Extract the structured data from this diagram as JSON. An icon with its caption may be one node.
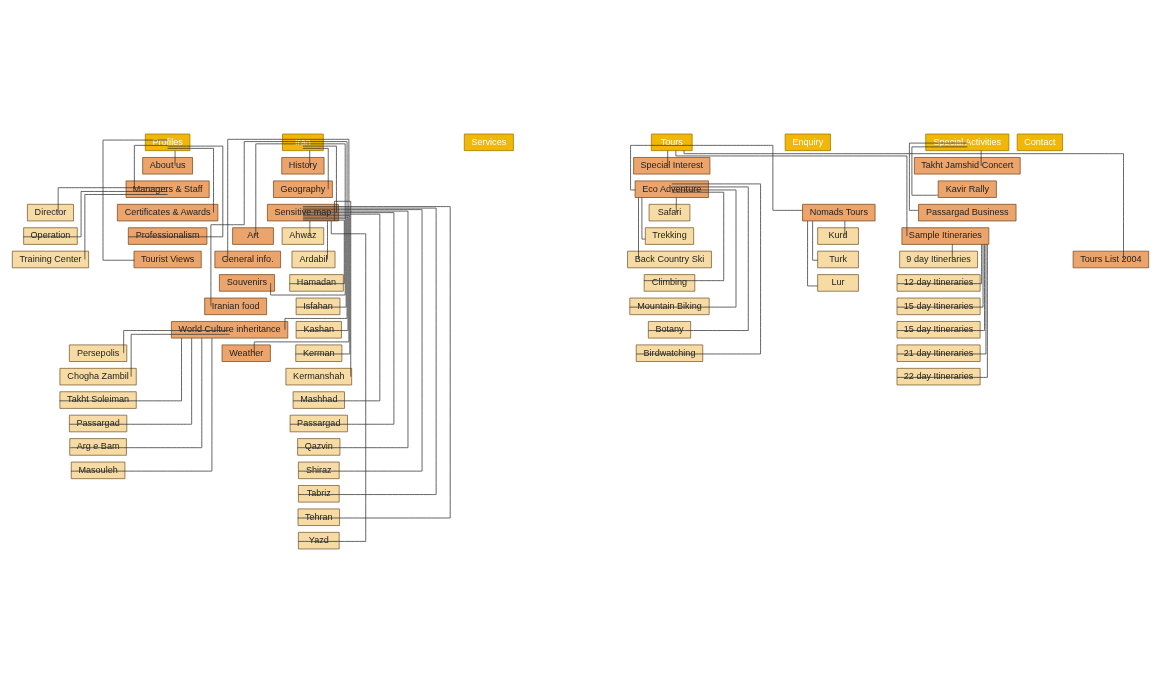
{
  "diagram": {
    "nodes": [
      {
        "text": [
          "Profiles"
        ]
      },
      {
        "text": [
          "Iran"
        ]
      },
      {
        "text": [
          "Services"
        ]
      },
      {
        "text": [
          "Tours"
        ]
      },
      {
        "text": [
          "Enquiry"
        ]
      },
      {
        "text": [
          "Special Activities"
        ]
      },
      {
        "text": [
          "Contact"
        ]
      },
      {
        "text": [
          "About us"
        ]
      },
      {
        "text": [
          "Managers & Staff"
        ]
      },
      {
        "text": [
          "Director"
        ]
      },
      {
        "text": [
          "Operation"
        ]
      },
      {
        "text": [
          "Training Center"
        ]
      },
      {
        "text": [
          "Certificates & Awards"
        ]
      },
      {
        "text": [
          "Professionalism"
        ]
      },
      {
        "text": [
          "Tourist Views"
        ]
      },
      {
        "text": [
          "History"
        ]
      },
      {
        "text": [
          "Geography"
        ]
      },
      {
        "text": [
          "Sensitive map"
        ]
      },
      {
        "text": [
          "Art"
        ]
      },
      {
        "text": [
          "General info."
        ]
      },
      {
        "text": [
          "Souvenirs"
        ]
      },
      {
        "text": [
          "Iranian food"
        ]
      },
      {
        "text": [
          "World Culture inheritance"
        ]
      },
      {
        "text": [
          "Persepolis"
        ]
      },
      {
        "text": [
          "Chogha Zambil"
        ]
      },
      {
        "text": [
          "Takht Soleiman"
        ]
      },
      {
        "text": [
          "Passargad"
        ]
      },
      {
        "text": [
          "Arg e Bam"
        ]
      },
      {
        "text": [
          "Masouleh"
        ]
      },
      {
        "text": [
          "Weather"
        ]
      },
      {
        "text": [
          "Ahwaz"
        ]
      },
      {
        "text": [
          "Ardabil"
        ]
      },
      {
        "text": [
          "Hamadan"
        ]
      },
      {
        "text": [
          "Isfahan"
        ]
      },
      {
        "text": [
          "Kashan"
        ]
      },
      {
        "text": [
          "Kerman"
        ]
      },
      {
        "text": [
          "Kermanshah"
        ]
      },
      {
        "text": [
          "Mashhad"
        ]
      },
      {
        "text": [
          "Passargad"
        ]
      },
      {
        "text": [
          "Qazvin"
        ]
      },
      {
        "text": [
          "Shiraz"
        ]
      },
      {
        "text": [
          "Tabriz"
        ]
      },
      {
        "text": [
          "Tehran"
        ]
      },
      {
        "text": [
          "Yazd"
        ]
      },
      {
        "text": [
          "Special Interest"
        ]
      },
      {
        "text": [
          "Eco Adventure"
        ]
      },
      {
        "text": [
          "Safari"
        ]
      },
      {
        "text": [
          "Trekking"
        ]
      },
      {
        "text": [
          "Back Country Ski"
        ]
      },
      {
        "text": [
          "Climbing"
        ]
      },
      {
        "text": [
          "Mountain Biking"
        ]
      },
      {
        "text": [
          "Botany"
        ]
      },
      {
        "text": [
          "Birdwatching"
        ]
      },
      {
        "text": [
          "Nomads Tours"
        ]
      },
      {
        "text": [
          "Kurd"
        ]
      },
      {
        "text": [
          "Turk"
        ]
      },
      {
        "text": [
          "Lur"
        ]
      },
      {
        "text": [
          "Sample Itineraries"
        ]
      },
      {
        "text": [
          "9 day Itineraries"
        ]
      },
      {
        "text": [
          "12 day Itineraries"
        ]
      },
      {
        "text": [
          "15 day Itineraries"
        ]
      },
      {
        "text": [
          "15 day Itineraries"
        ]
      },
      {
        "text": [
          "21 day Itineraries"
        ]
      },
      {
        "text": [
          "22 day Itineraries"
        ]
      },
      {
        "text": [
          "Tours List 2004"
        ]
      },
      {
        "text": [
          "Takht Jamshid Concert"
        ]
      },
      {
        "text": [
          "Kavir Rally"
        ]
      },
      {
        "text": [
          "Passargad Business"
        ]
      }
    ],
    "edges": [
      {
        "from": 0,
        "to": 7,
        "arrow": "none"
      },
      {
        "from": 0,
        "to": 8,
        "arrow": "none"
      },
      {
        "from": 8,
        "to": 9,
        "arrow": "none"
      },
      {
        "from": 8,
        "to": 10,
        "arrow": "none"
      },
      {
        "from": 8,
        "to": 11,
        "arrow": "none"
      },
      {
        "from": 0,
        "to": 12,
        "arrow": "none"
      },
      {
        "from": 0,
        "to": 13,
        "arrow": "none"
      },
      {
        "from": 0,
        "to": 14,
        "arrow": "none"
      },
      {
        "from": 1,
        "to": 15,
        "arrow": "none"
      },
      {
        "from": 1,
        "to": 16,
        "arrow": "none"
      },
      {
        "from": 1,
        "to": 17,
        "arrow": "none"
      },
      {
        "from": 1,
        "to": 18,
        "arrow": "none"
      },
      {
        "from": 1,
        "to": 19,
        "arrow": "none"
      },
      {
        "from": 1,
        "to": 20,
        "arrow": "none"
      },
      {
        "from": 1,
        "to": 21,
        "arrow": "none"
      },
      {
        "from": 1,
        "to": 22,
        "arrow": "none"
      },
      {
        "from": 22,
        "to": 23,
        "arrow": "none"
      },
      {
        "from": 22,
        "to": 24,
        "arrow": "none"
      },
      {
        "from": 22,
        "to": 25,
        "arrow": "none"
      },
      {
        "from": 22,
        "to": 26,
        "arrow": "none"
      },
      {
        "from": 22,
        "to": 27,
        "arrow": "none"
      },
      {
        "from": 22,
        "to": 28,
        "arrow": "none"
      },
      {
        "from": 1,
        "to": 29,
        "arrow": "none"
      },
      {
        "from": 17,
        "to": 30,
        "arrow": "none"
      },
      {
        "from": 17,
        "to": 31,
        "arrow": "none"
      },
      {
        "from": 17,
        "to": 32,
        "arrow": "none"
      },
      {
        "from": 17,
        "to": 33,
        "arrow": "none"
      },
      {
        "from": 17,
        "to": 34,
        "arrow": "none"
      },
      {
        "from": 17,
        "to": 35,
        "arrow": "none"
      },
      {
        "from": 17,
        "to": 36,
        "arrow": "none"
      },
      {
        "from": 17,
        "to": 37,
        "arrow": "none"
      },
      {
        "from": 17,
        "to": 38,
        "arrow": "none"
      },
      {
        "from": 17,
        "to": 39,
        "arrow": "none"
      },
      {
        "from": 17,
        "to": 40,
        "arrow": "none"
      },
      {
        "from": 17,
        "to": 41,
        "arrow": "none"
      },
      {
        "from": 17,
        "to": 42,
        "arrow": "none"
      },
      {
        "from": 17,
        "to": 43,
        "arrow": "none"
      },
      {
        "from": 3,
        "to": 44,
        "arrow": "none"
      },
      {
        "from": 3,
        "to": 45,
        "arrow": "none"
      },
      {
        "from": 45,
        "to": 46,
        "arrow": "none"
      },
      {
        "from": 45,
        "to": 47,
        "arrow": "none"
      },
      {
        "from": 45,
        "to": 48,
        "arrow": "none"
      },
      {
        "from": 45,
        "to": 49,
        "arrow": "none"
      },
      {
        "from": 45,
        "to": 50,
        "arrow": "none"
      },
      {
        "from": 45,
        "to": 51,
        "arrow": "none"
      },
      {
        "from": 45,
        "to": 52,
        "arrow": "none"
      },
      {
        "from": 3,
        "to": 53,
        "arrow": "none"
      },
      {
        "from": 53,
        "to": 54,
        "arrow": "none"
      },
      {
        "from": 53,
        "to": 55,
        "arrow": "none"
      },
      {
        "from": 53,
        "to": 56,
        "arrow": "none"
      },
      {
        "from": 3,
        "to": 57,
        "arrow": "none"
      },
      {
        "from": 57,
        "to": 58,
        "arrow": "none"
      },
      {
        "from": 57,
        "to": 59,
        "arrow": "none"
      },
      {
        "from": 57,
        "to": 60,
        "arrow": "none"
      },
      {
        "from": 57,
        "to": 61,
        "arrow": "none"
      },
      {
        "from": 57,
        "to": 62,
        "arrow": "none"
      },
      {
        "from": 57,
        "to": 63,
        "arrow": "none"
      },
      {
        "from": 3,
        "to": 64,
        "arrow": "none"
      },
      {
        "from": 5,
        "to": 65,
        "arrow": "none"
      },
      {
        "from": 5,
        "to": 66,
        "arrow": "none"
      },
      {
        "from": 5,
        "to": 67,
        "arrow": "none"
      }
    ]
  }
}
